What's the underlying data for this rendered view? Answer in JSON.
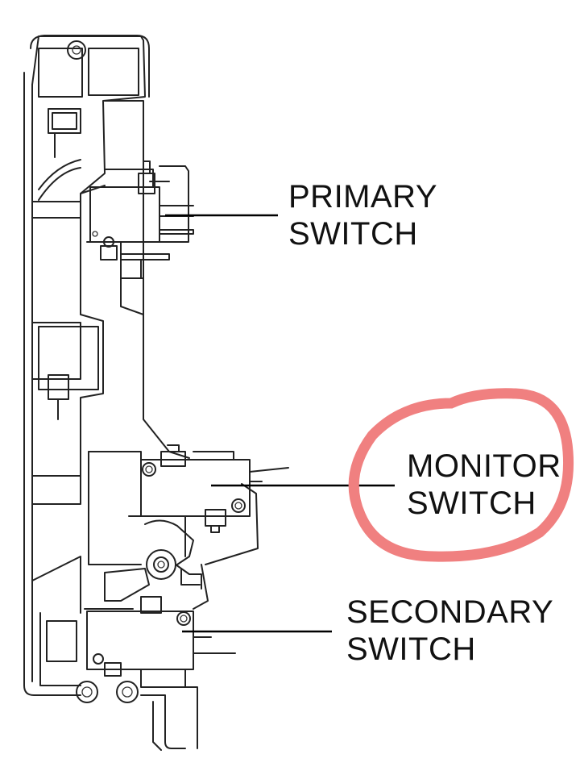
{
  "labels": {
    "primary": {
      "line1": "PRIMARY",
      "line2": "SWITCH"
    },
    "monitor": {
      "line1": "MONITOR",
      "line2": "SWITCH"
    },
    "secondary": {
      "line1": "SECONDARY",
      "line2": "SWITCH"
    }
  },
  "colors": {
    "line": "#222222",
    "highlight_circle": "#f08080",
    "background": "#ffffff"
  }
}
